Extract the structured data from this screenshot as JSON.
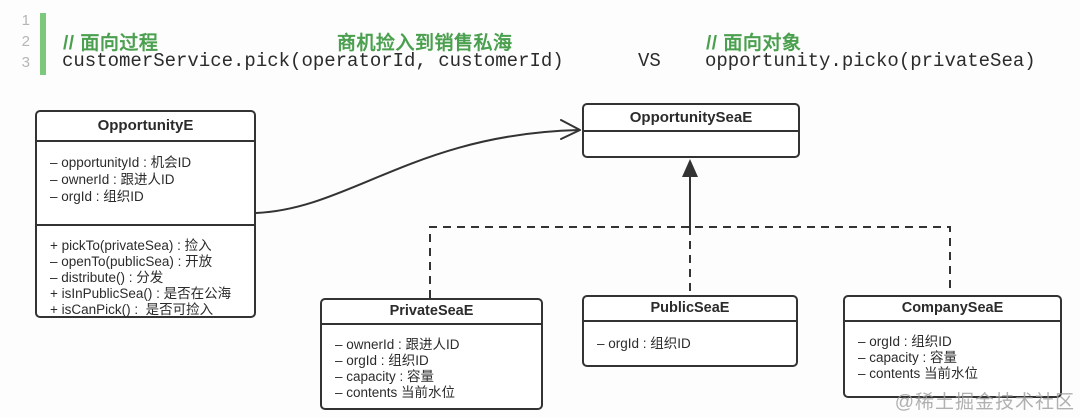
{
  "editor": {
    "line_numbers": [
      "1",
      "2",
      "3"
    ],
    "comments": {
      "left": "// 面向过程",
      "middle": "商机捡入到销售私海",
      "right": "// 面向对象"
    },
    "code": {
      "left": "customerService.pick(operatorId, customerId)",
      "separator": "VS",
      "right": "opportunity.picko(privateSea)"
    },
    "colors": {
      "comment_green": "#4aa04e",
      "gutter_bar_green": "#7cc97c",
      "code_text": "#2b2b2b",
      "line_number_gray": "#b6b6b6"
    }
  },
  "diagram": {
    "line_color": "#333333",
    "classes": {
      "opportunity": {
        "title": "OpportunityE",
        "attributes": [
          "– opportunityId : 机会ID",
          "– ownerId : 跟进人ID",
          "– orgId : 组织ID"
        ],
        "methods": [
          "+ pickTo(privateSea) : 捡入",
          "– openTo(publicSea) : 开放",
          "– distribute() : 分发",
          "+ isInPublicSea() : 是否在公海",
          "+ isCanPick() :  是否可捡入"
        ]
      },
      "opportunity_sea": {
        "title": "OpportunitySeaE",
        "attributes": [],
        "methods": []
      },
      "private_sea": {
        "title": "PrivateSeaE",
        "attributes": [
          "– ownerId : 跟进人ID",
          "– orgId : 组织ID",
          "– capacity : 容量",
          "– contents 当前水位"
        ]
      },
      "public_sea": {
        "title": "PublicSeaE",
        "attributes": [
          "– orgId : 组织ID"
        ]
      },
      "company_sea": {
        "title": "CompanySeaE",
        "attributes": [
          "– orgId : 组织ID",
          "– capacity : 容量",
          "– contents 当前水位"
        ]
      }
    },
    "relations": [
      {
        "from": "OpportunityE",
        "to": "OpportunitySeaE",
        "type": "association",
        "style": "curved solid line with open arrowhead"
      },
      {
        "from": "PublicSeaE",
        "to": "OpportunitySeaE",
        "type": "generalization",
        "style": "solid vertical line with filled triangle arrowhead"
      },
      {
        "from": "PrivateSeaE",
        "to": "OpportunitySeaE",
        "type": "dashed-link"
      },
      {
        "from": "CompanySeaE",
        "to": "OpportunitySeaE",
        "type": "dashed-link"
      }
    ]
  },
  "watermark": "@稀土掘金技术社区"
}
